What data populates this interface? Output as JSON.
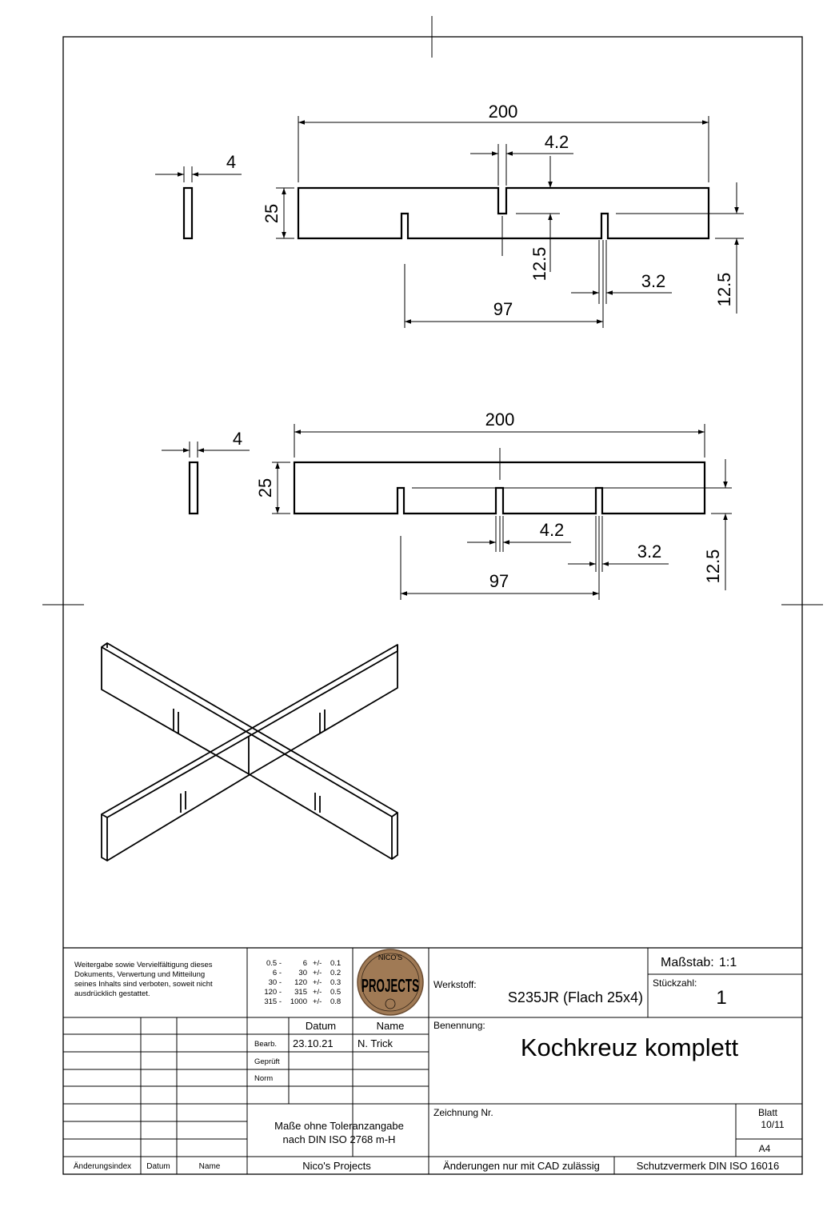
{
  "drawing": {
    "view1": {
      "dim_length": "200",
      "dim_slot_top": "4.2",
      "dim_thickness": "4",
      "dim_height": "25",
      "dim_depth_center": "12.5",
      "dim_slot_bottom": "3.2",
      "dim_slot_spacing": "97",
      "dim_depth_side": "12.5"
    },
    "view2": {
      "dim_length": "200",
      "dim_thickness": "4",
      "dim_height": "25",
      "dim_slot_center": "4.2",
      "dim_slot_side": "3.2",
      "dim_depth_side": "12.5",
      "dim_slot_spacing": "97"
    }
  },
  "titleblock": {
    "copyright_notice": [
      "Weitergabe sowie Vervielfältigung dieses",
      "Dokuments, Verwertung und Mitteilung",
      "seines Inhalts sind verboten, soweit nicht",
      "ausdrücklich gestattet."
    ],
    "tolerance_table": [
      {
        "from": "0.5 -",
        "to": "6",
        "pm": "+/-",
        "tol": "0.1"
      },
      {
        "from": "6 -",
        "to": "30",
        "pm": "+/-",
        "tol": "0.2"
      },
      {
        "from": "30 -",
        "to": "120",
        "pm": "+/-",
        "tol": "0.3"
      },
      {
        "from": "120 -",
        "to": "315",
        "pm": "+/-",
        "tol": "0.5"
      },
      {
        "from": "315 -",
        "to": "1000",
        "pm": "+/-",
        "tol": "0.8"
      }
    ],
    "logo": {
      "top_text": "NICO'S",
      "main_text": "PROJECTS",
      "color": "#a07a55"
    },
    "scale_label": "Maßstab:",
    "scale_value": "1:1",
    "material_label": "Werkstoff:",
    "material_value": "S235JR (Flach 25x4)",
    "quantity_label": "Stückzahl:",
    "quantity_value": "1",
    "col_datum": "Datum",
    "col_name": "Name",
    "row_bearb": "Bearb.",
    "row_geprueft": "Geprüft",
    "row_norm": "Norm",
    "bearb_date": "23.10.21",
    "bearb_name": "N. Trick",
    "title_label": "Benennung:",
    "title_value": "Kochkreuz komplett",
    "tolerance_note_1": "Maße ohne Toleranzangabe",
    "tolerance_note_2": "nach DIN ISO 2768 m-H",
    "drawing_no_label": "Zeichnung Nr.",
    "sheet_label": "Blatt",
    "sheet_value": "10/11",
    "format": "A4",
    "rev_index": "Änderungsindex",
    "rev_date": "Datum",
    "rev_name": "Name",
    "company": "Nico's Projects",
    "cad_note": "Änderungen nur mit CAD zulässig",
    "protection_note": "Schutzvermerk DIN ISO 16016"
  }
}
